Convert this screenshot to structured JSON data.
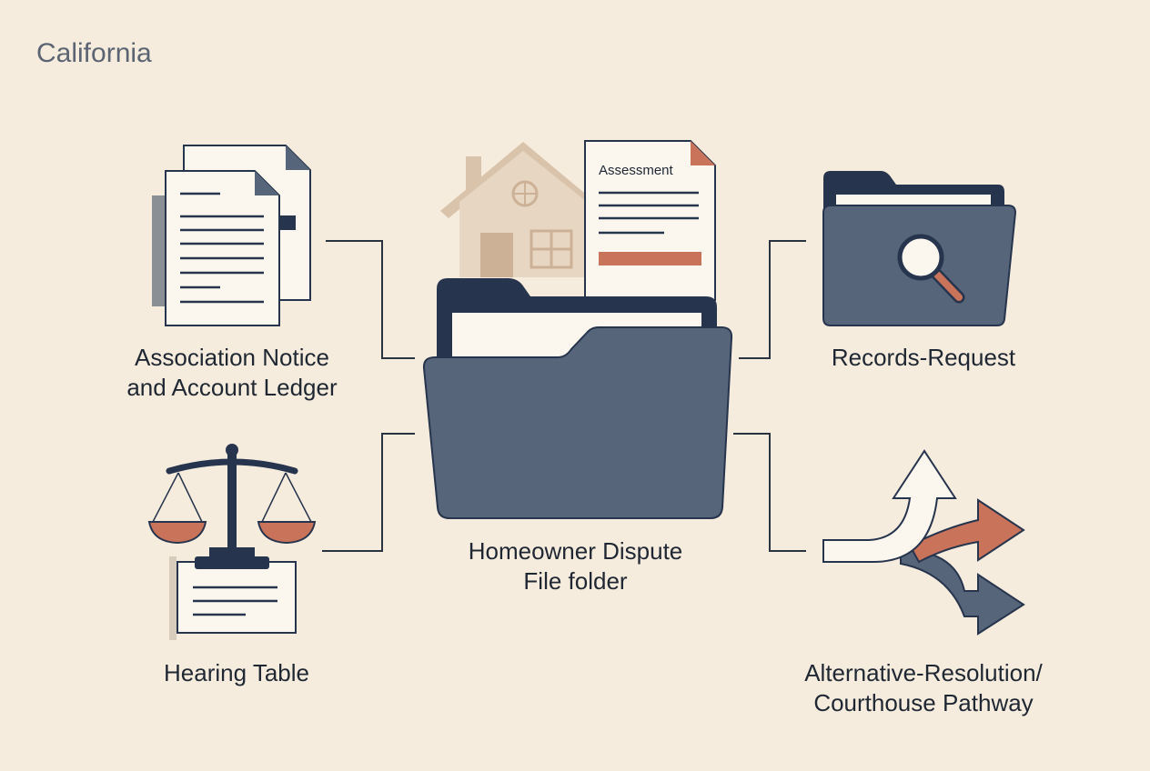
{
  "header": {
    "region": "California"
  },
  "center": {
    "label_line1": "Homeowner Dispute",
    "label_line2": "File folder",
    "document_title": "Assessment"
  },
  "nodes": {
    "notice_ledger": {
      "line1": "Association Notice",
      "line2": "and Account Ledger"
    },
    "records_request": {
      "line1": "Records-Request"
    },
    "hearing_table": {
      "line1": "Hearing Table"
    },
    "pathway": {
      "line1": "Alternative-Resolution/",
      "line2": "Courthouse Pathway"
    }
  },
  "colors": {
    "background": "#f5ecdd",
    "navy": "#27344d",
    "slate": "#566579",
    "terracotta": "#c8735a",
    "house": "#d9c3ab",
    "paper": "#fbf7ef"
  }
}
